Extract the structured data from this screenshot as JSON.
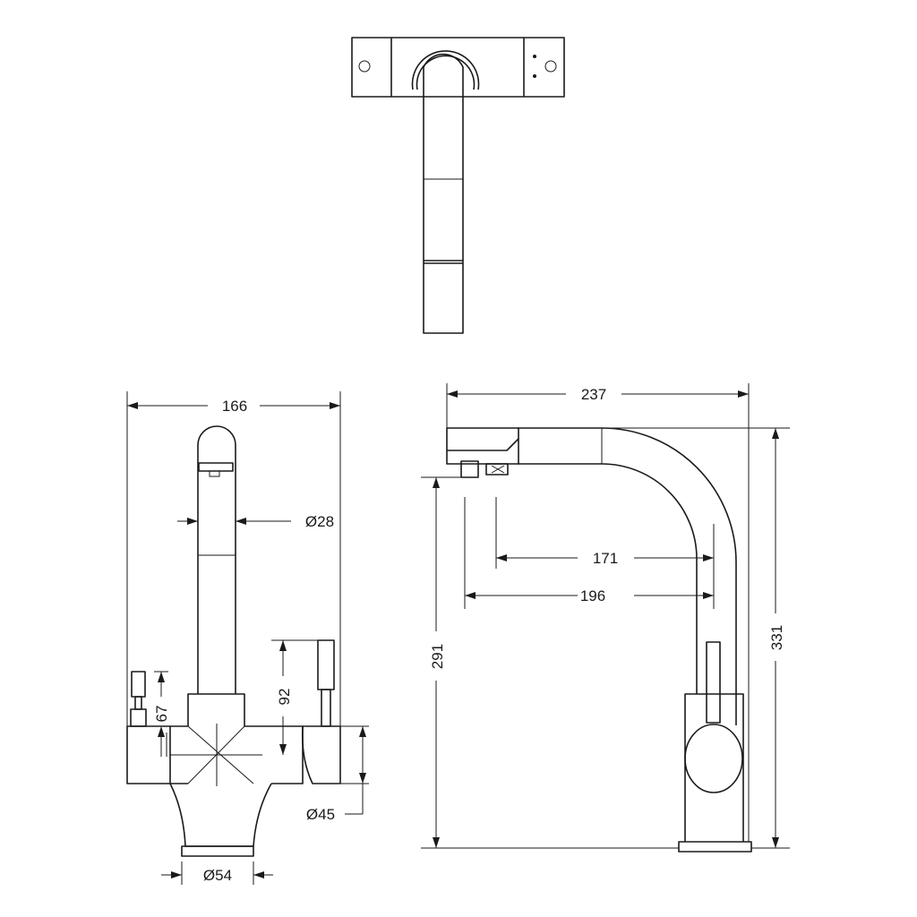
{
  "dimensions": {
    "width_front": "166",
    "spout_dia": "Ø28",
    "lever_height": "67",
    "handle_height": "92",
    "body_dia": "Ø45",
    "base_dia": "Ø54",
    "width_side": "237",
    "reach_inner": "171",
    "reach_outer": "196",
    "outlet_height": "291",
    "total_height": "331"
  }
}
